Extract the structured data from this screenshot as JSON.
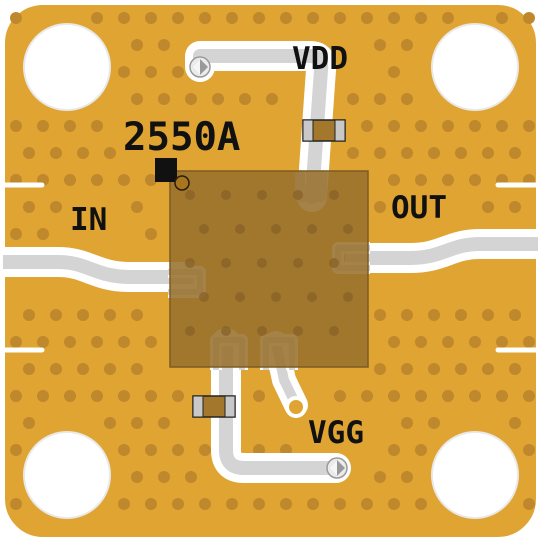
{
  "labels": {
    "vdd": "VDD",
    "part_number": "2550A",
    "in": "IN",
    "out": "OUT",
    "vgg": "VGG"
  },
  "colors": {
    "board": "#dfa432",
    "via": "#c0882c",
    "trace": "#d4d4d4",
    "chip": "#98712e",
    "background": "#ffffff",
    "text": "#111111"
  },
  "icons": {
    "vdd_pad": "bond-pad-icon",
    "vgg_pad": "bond-pad-icon",
    "pin1_marker": "pin-one-marker-icon"
  }
}
